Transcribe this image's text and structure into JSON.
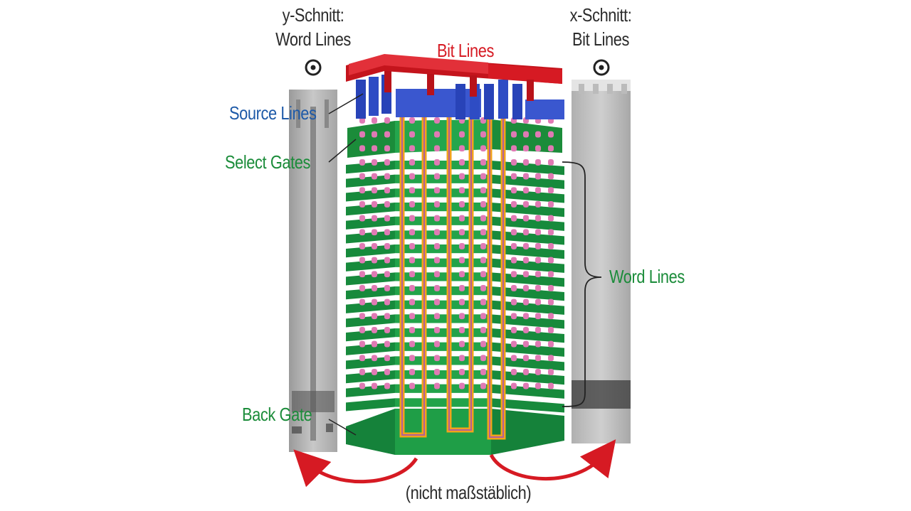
{
  "labels": {
    "y_section": "y-Schnitt:",
    "y_section_sub": "Word Lines",
    "x_section": "x-Schnitt:",
    "x_section_sub": "Bit Lines",
    "bit_lines": "Bit Lines",
    "source_lines": "Source Lines",
    "select_gates": "Select Gates",
    "word_lines": "Word Lines",
    "back_gate": "Back Gate",
    "scale_note": "(nicht maßstäblich)"
  },
  "colors": {
    "bit_lines": "#d61a23",
    "source_lines": "#1e5aa8",
    "gates": "#1b8c3a",
    "channel": "#e07ab4",
    "pipe": "#f2a21c",
    "arrow": "#d61a23"
  },
  "icons": {
    "y_axis_marker": "circle-dot-icon",
    "x_axis_marker": "circle-dot-icon",
    "left_rotate_arrow": "curved-arrow-icon",
    "right_rotate_arrow": "curved-arrow-icon"
  },
  "structure": {
    "word_line_layers": 18
  }
}
